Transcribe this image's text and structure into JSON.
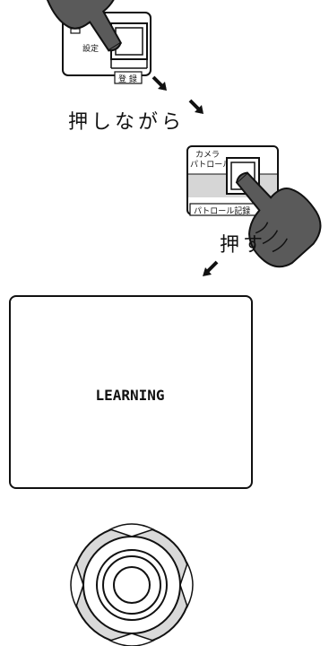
{
  "step1": {
    "panel_label_top": "カメラ設定",
    "panel_label_bottom": "設定",
    "register_label": "登 録",
    "action_caption": "押しながら"
  },
  "step2": {
    "panel_label_line1": "カメラ",
    "panel_label_line2": "パトロール",
    "register_label": "パトロール記録",
    "action_caption": "押す"
  },
  "screen": {
    "message": "LEARNING"
  },
  "colors": {
    "hand_fill": "#5a5a5a",
    "panel_shade": "#d6d6d6",
    "joystick_ring": "#d9d9d9",
    "ink": "#111111"
  },
  "icons": {
    "hand": "pointing-hand-icon",
    "arrow": "diagonal-arrow-icon",
    "joystick": "joystick-icon"
  }
}
